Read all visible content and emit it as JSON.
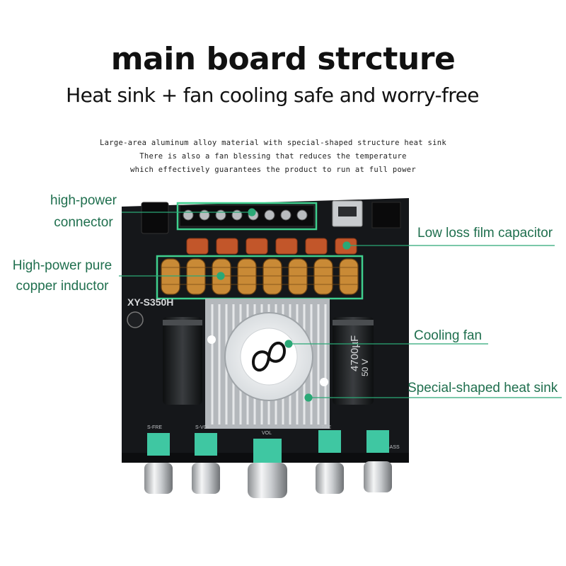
{
  "header": {
    "title": "main board strcture",
    "subtitle": "Heat sink + fan cooling  safe and worry-free",
    "description": [
      "Large-area aluminum alloy material with special-shaped structure heat sink",
      "There is also a fan blessing that reduces the temperature",
      "which effectively guarantees the product to run at full power"
    ]
  },
  "callouts": {
    "connector": [
      "high-power",
      "connector"
    ],
    "inductor": [
      "High-power pure",
      "copper inductor"
    ],
    "capacitor": "Low loss film capacitor",
    "fan": "Cooling fan",
    "heatsink": "Special-shaped heat sink"
  },
  "board_markings": {
    "model": "XY-S350H",
    "cap_text": "4700µF",
    "cap_voltage": "50 V",
    "knob_labels": [
      "S-FRE",
      "S-VOL",
      "VOL",
      "TRE",
      "BASS"
    ]
  },
  "colors": {
    "accent": "#1f6f4e",
    "callout_line": "#2aa876",
    "highlight_box": "#3fcf8e",
    "board": "#15171a",
    "knob_cap": "#3fc7a2"
  }
}
